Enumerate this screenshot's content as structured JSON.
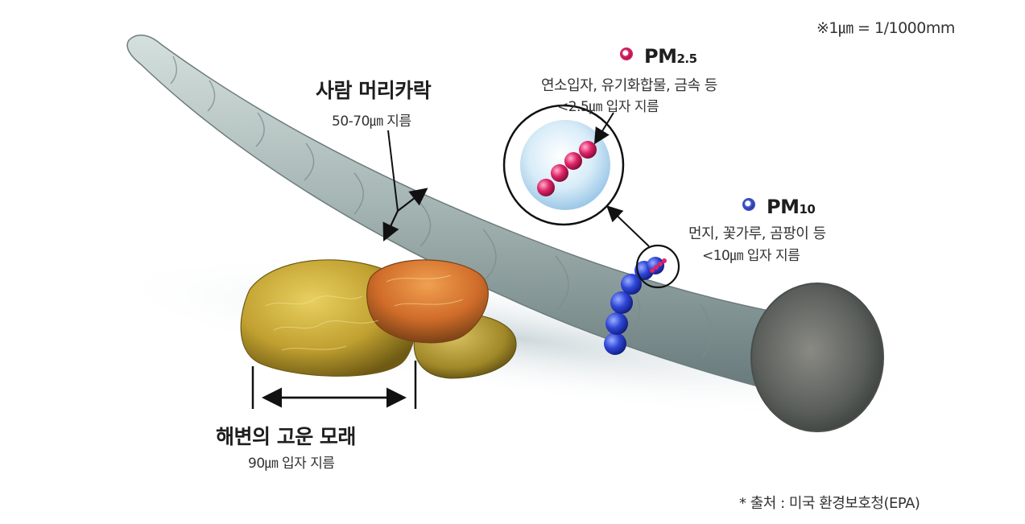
{
  "unit_note": "※1㎛ = 1/1000mm",
  "hair": {
    "label": "사람 머리카락",
    "size": "50-70㎛ 지름"
  },
  "pm25": {
    "label_main": "PM",
    "label_sub": "2.5",
    "desc": "연소입자, 유기화합물, 금속 등",
    "size": "<2.5㎛ 입자 지름",
    "color": "#d82468"
  },
  "pm10": {
    "label_main": "PM",
    "label_sub": "10",
    "desc": "먼지, 꽃가루, 곰팡이 등",
    "size": "<10㎛ 입자 지름",
    "color": "#3a4cd0"
  },
  "sand": {
    "label": "해변의 고운 모래",
    "size": "90㎛ 입자 지름"
  },
  "source_note": "* 출처 : 미국 환경보호청(EPA)",
  "colors": {
    "hair": "#a9b8b6",
    "sand_yellow": "#c8a836",
    "sand_orange": "#d8803a"
  }
}
